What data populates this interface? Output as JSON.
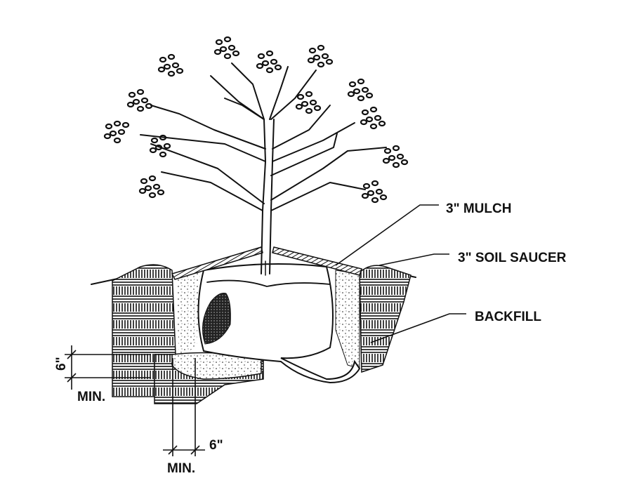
{
  "labels": {
    "mulch": "3\" MULCH",
    "soil_saucer": "3\" SOIL SAUCER",
    "backfill": "BACKFILL"
  },
  "dimensions": {
    "vertical_value": "6\"",
    "vertical_note": "MIN.",
    "horizontal_value": "6\"",
    "horizontal_note": "MIN."
  },
  "colors": {
    "ink": "#111111",
    "paper": "#ffffff"
  }
}
